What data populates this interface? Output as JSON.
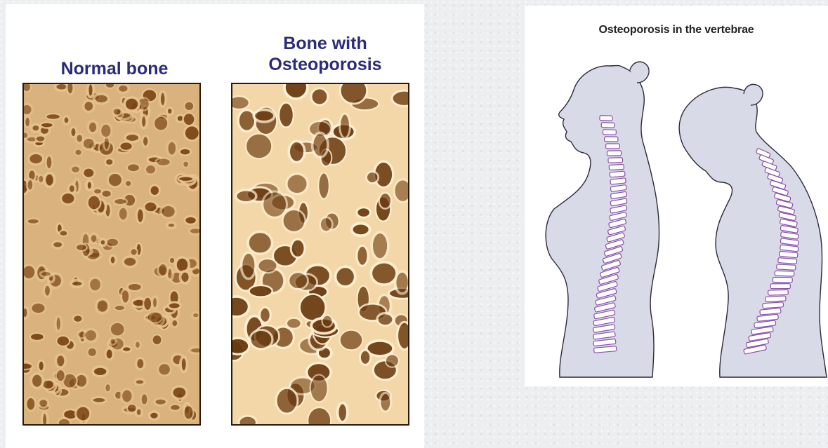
{
  "left_panel": {
    "label_normal": "Normal bone",
    "label_osteo_line1": "Bone with",
    "label_osteo_line2": "Osteoporosis"
  },
  "right_panel": {
    "title": "Osteoporosis in the vertebrae"
  },
  "colors": {
    "label_text": "#2b2b7a",
    "body_silhouette": "#d9dae8",
    "spine": "#8a4fa8",
    "bone_dark": "#7a4514",
    "bone_light": "#e7c490"
  }
}
